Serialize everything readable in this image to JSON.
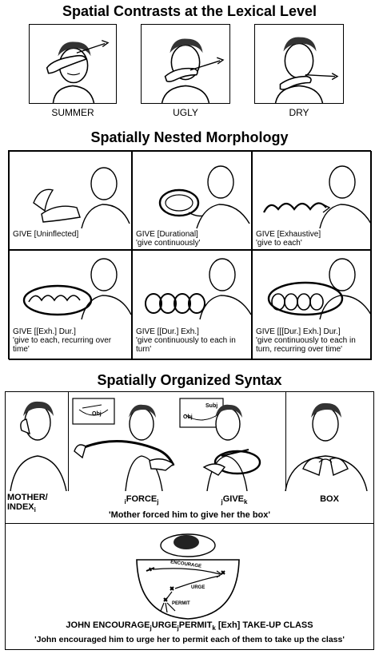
{
  "sections": {
    "lexical": {
      "title": "Spatial Contrasts at the Lexical Level",
      "signs": [
        {
          "label": "SUMMER"
        },
        {
          "label": "UGLY"
        },
        {
          "label": "DRY"
        }
      ]
    },
    "morphology": {
      "title": "Spatially Nested Morphology",
      "cells": [
        {
          "gloss": "GIVE [Uninflected]",
          "meaning": ""
        },
        {
          "gloss": "GIVE [Durational]",
          "meaning": "'give continuously'"
        },
        {
          "gloss": "GIVE [Exhaustive]",
          "meaning": "'give to each'"
        },
        {
          "gloss": "GIVE [[Exh.] Dur.]",
          "meaning": "'give to each, recurring over time'"
        },
        {
          "gloss": "GIVE [[Dur.] Exh.]",
          "meaning": "'give continuously to each in turn'"
        },
        {
          "gloss": "GIVE [[[Dur.] Exh.] Dur.]",
          "meaning": "'give continuously to each in turn, recurring over time'"
        }
      ]
    },
    "syntax": {
      "title": "Spatially Organized Syntax",
      "signs": [
        {
          "line1": "MOTHER/",
          "line2": "INDEX",
          "sub": "i"
        },
        {
          "pre": "i",
          "word": "FORCE",
          "post": "j"
        },
        {
          "pre": "j",
          "word": "GIVE",
          "post": "k"
        },
        {
          "word": "BOX"
        }
      ],
      "inset_labels": {
        "obj": "Obj",
        "subj": "Subj"
      },
      "sentence1": "'Mother forced him to give her the box'",
      "diagram_labels": {
        "encourage": "ENCOURAGE",
        "urge": "URGE",
        "permit": "PERMIT"
      },
      "gloss2": {
        "a": "JOHN ENCOURAGE",
        "a_sub": "j",
        "b": "URGE",
        "b_sub": "j",
        "c": "PERMIT",
        "c_sub": "k",
        "d": " [Exh] TAKE-UP CLASS"
      },
      "sentence2": "'John encouraged him to urge her to permit each of them to take up the class'"
    }
  }
}
